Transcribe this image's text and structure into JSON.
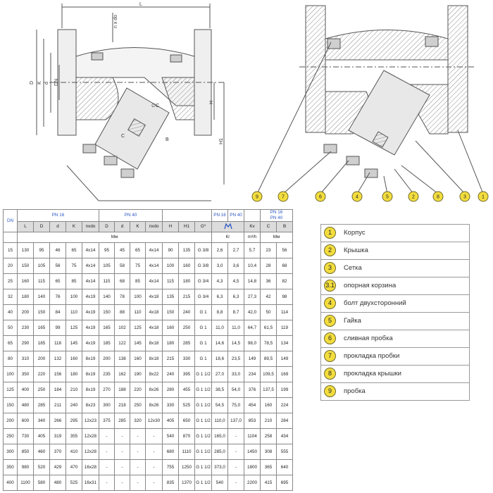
{
  "drawing": {
    "dims": [
      "L",
      "n x do",
      "D",
      "K",
      "d",
      "DN",
      "H",
      "H1",
      "B",
      "C",
      "∅C"
    ],
    "callouts": [
      "9",
      "7",
      "6",
      "4",
      "5",
      "2",
      "8",
      "3",
      "1"
    ],
    "colors": {
      "callout": "#f3dd3e",
      "line": "#555555",
      "hatch": "#777777"
    }
  },
  "spec_table": {
    "header": {
      "dn": "DN",
      "pn16": "PN 16",
      "pn40": "PN 40",
      "pn16_short": "PN 16",
      "pn40_short": "PN 40",
      "pn16_cb": "PN 16",
      "pn40_cb": "PN 40"
    },
    "columns": [
      "L",
      "D",
      "d",
      "K",
      "nxdo",
      "D",
      "d",
      "K",
      "nxdo",
      "H",
      "H1",
      "G*",
      "",
      "",
      "Kv",
      "C",
      "B"
    ],
    "units": {
      "mm": "Мм",
      "kg": "Кг",
      "kv": "m³/h",
      "mm2": "Мм"
    },
    "rows": [
      [
        "15",
        "130",
        "95",
        "46",
        "65",
        "4x14",
        "95",
        "45",
        "65",
        "4x14",
        "90",
        "135",
        "G 3/8",
        "2,6",
        "2,7",
        "5,7",
        "23",
        "56"
      ],
      [
        "20",
        "150",
        "105",
        "56",
        "75",
        "4x14",
        "105",
        "58",
        "75",
        "4x14",
        "100",
        "160",
        "G 3/8",
        "3,0",
        "3,6",
        "10,4",
        "28",
        "68"
      ],
      [
        "25",
        "160",
        "115",
        "65",
        "85",
        "4x14",
        "115",
        "68",
        "85",
        "4x14",
        "115",
        "180",
        "G 3/4",
        "4,3",
        "4,5",
        "14,8",
        "36",
        "82"
      ],
      [
        "32",
        "180",
        "140",
        "76",
        "100",
        "4x19",
        "140",
        "78",
        "100",
        "4x18",
        "135",
        "215",
        "G 3/4",
        "6,3",
        "6,3",
        "27,3",
        "42",
        "98"
      ],
      [
        "40",
        "200",
        "150",
        "84",
        "110",
        "4x19",
        "150",
        "88",
        "110",
        "4x18",
        "150",
        "240",
        "G 1",
        "8,8",
        "8,7",
        "42,0",
        "50",
        "114"
      ],
      [
        "50",
        "230",
        "165",
        "99",
        "125",
        "4x19",
        "165",
        "102",
        "125",
        "4x18",
        "160",
        "250",
        "G 1",
        "11,0",
        "11,0",
        "64,7",
        "61,5",
        "119"
      ],
      [
        "65",
        "290",
        "185",
        "118",
        "145",
        "4x19",
        "185",
        "122",
        "145",
        "8x18",
        "180",
        "285",
        "G 1",
        "14,6",
        "14,5",
        "98,0",
        "78,5",
        "134"
      ],
      [
        "80",
        "310",
        "200",
        "132",
        "160",
        "8x19",
        "200",
        "138",
        "160",
        "8x18",
        "215",
        "330",
        "G 1",
        "18,6",
        "23,5",
        "149",
        "89,5",
        "149"
      ],
      [
        "100",
        "350",
        "220",
        "156",
        "180",
        "8x19",
        "235",
        "162",
        "190",
        "8x22",
        "240",
        "395",
        "G 1 1/2",
        "27,0",
        "33,0",
        "234",
        "109,5",
        "169"
      ],
      [
        "125",
        "400",
        "250",
        "184",
        "210",
        "8x19",
        "270",
        "188",
        "220",
        "8x26",
        "280",
        "455",
        "G 1 1/2",
        "38,5",
        "54,0",
        "376",
        "137,5",
        "199"
      ],
      [
        "150",
        "480",
        "285",
        "211",
        "240",
        "8x23",
        "300",
        "218",
        "250",
        "8x26",
        "330",
        "525",
        "G 1 1/2",
        "54,5",
        "75,0",
        "454",
        "160",
        "224"
      ],
      [
        "200",
        "600",
        "340",
        "266",
        "295",
        "12x23",
        "375",
        "285",
        "320",
        "12x30",
        "405",
        "650",
        "G 1 1/2",
        "110,0",
        "137,0",
        "853",
        "210",
        "284"
      ],
      [
        "250",
        "730",
        "405",
        "319",
        "355",
        "12x28",
        "-",
        "-",
        "-",
        "-",
        "540",
        "870",
        "G 1 1/2",
        "165,0",
        "-",
        "1104",
        "258",
        "434"
      ],
      [
        "300",
        "850",
        "460",
        "370",
        "410",
        "12x28",
        "-",
        "-",
        "-",
        "-",
        "680",
        "1110",
        "G 1 1/2",
        "285,0",
        "-",
        "1450",
        "308",
        "555"
      ],
      [
        "350",
        "980",
        "520",
        "429",
        "470",
        "16x28",
        "-",
        "-",
        "-",
        "-",
        "755",
        "1250",
        "G 1 1/2",
        "373,0",
        "-",
        "1800",
        "365",
        "640"
      ],
      [
        "400",
        "1100",
        "580",
        "480",
        "525",
        "16x31",
        "-",
        "-",
        "-",
        "-",
        "835",
        "1370",
        "G 1 1/2",
        "540",
        "-",
        "2200",
        "415",
        "695"
      ]
    ]
  },
  "legend": [
    {
      "num": "1",
      "label": "Корпус"
    },
    {
      "num": "2",
      "label": "Крышка"
    },
    {
      "num": "3",
      "label": "Сетка"
    },
    {
      "num": "3.1",
      "label": "опорная корзина"
    },
    {
      "num": "4",
      "label": "болт двухсторонний"
    },
    {
      "num": "5",
      "label": "Гайка"
    },
    {
      "num": "6",
      "label": "сливная пробка"
    },
    {
      "num": "7",
      "label": "прокладка пробки"
    },
    {
      "num": "8",
      "label": "прокладка крышки"
    },
    {
      "num": "9",
      "label": "пробка"
    }
  ]
}
